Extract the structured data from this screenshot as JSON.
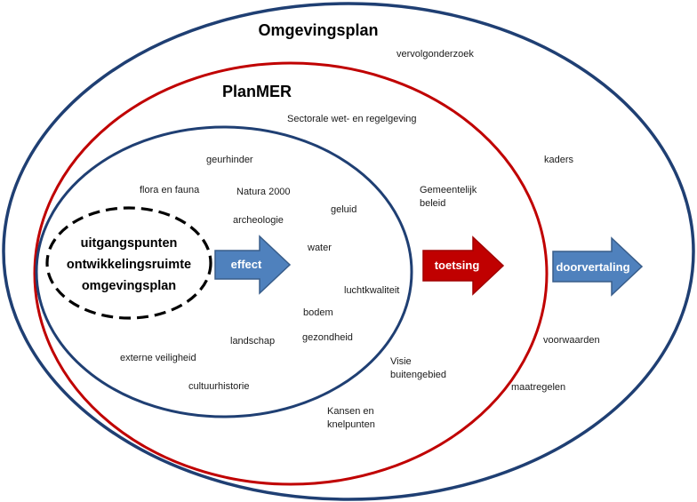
{
  "outer": {
    "title": "Omgevingsplan",
    "color": "#1f3f73"
  },
  "middle": {
    "title": "PlanMER",
    "color": "#c00000"
  },
  "inner": {
    "color": "#1f3f73"
  },
  "core": {
    "line1": "uitgangspunten",
    "line2": "ontwikkelingsruimte",
    "line3": "omgevingsplan"
  },
  "arrows": {
    "effect": {
      "label": "effect",
      "color": "#4f81bd"
    },
    "toetsing": {
      "label": "toetsing",
      "color": "#c00000"
    },
    "doorvertaling": {
      "label": "doorvertaling",
      "color": "#4f81bd"
    }
  },
  "labels": {
    "vervolgonderzoek": "vervolgonderzoek",
    "sectorale": "Sectorale wet- en regelgeving",
    "kaders": "kaders",
    "gemeentelijk_1": "Gemeentelijk",
    "gemeentelijk_2": "beleid",
    "voorwaarden": "voorwaarden",
    "maatregelen": "maatregelen",
    "visie_1": "Visie",
    "visie_2": "buitengebied",
    "kansen_1": "Kansen en",
    "kansen_2": "knelpunten",
    "geurhinder": "geurhinder",
    "flora": "flora en fauna",
    "natura": "Natura 2000",
    "archeologie": "archeologie",
    "geluid": "geluid",
    "water": "water",
    "luchtkwaliteit": "luchtkwaliteit",
    "bodem": "bodem",
    "gezondheid": "gezondheid",
    "landschap": "landschap",
    "externe": "externe veiligheid",
    "cultuur": "cultuurhistorie"
  }
}
